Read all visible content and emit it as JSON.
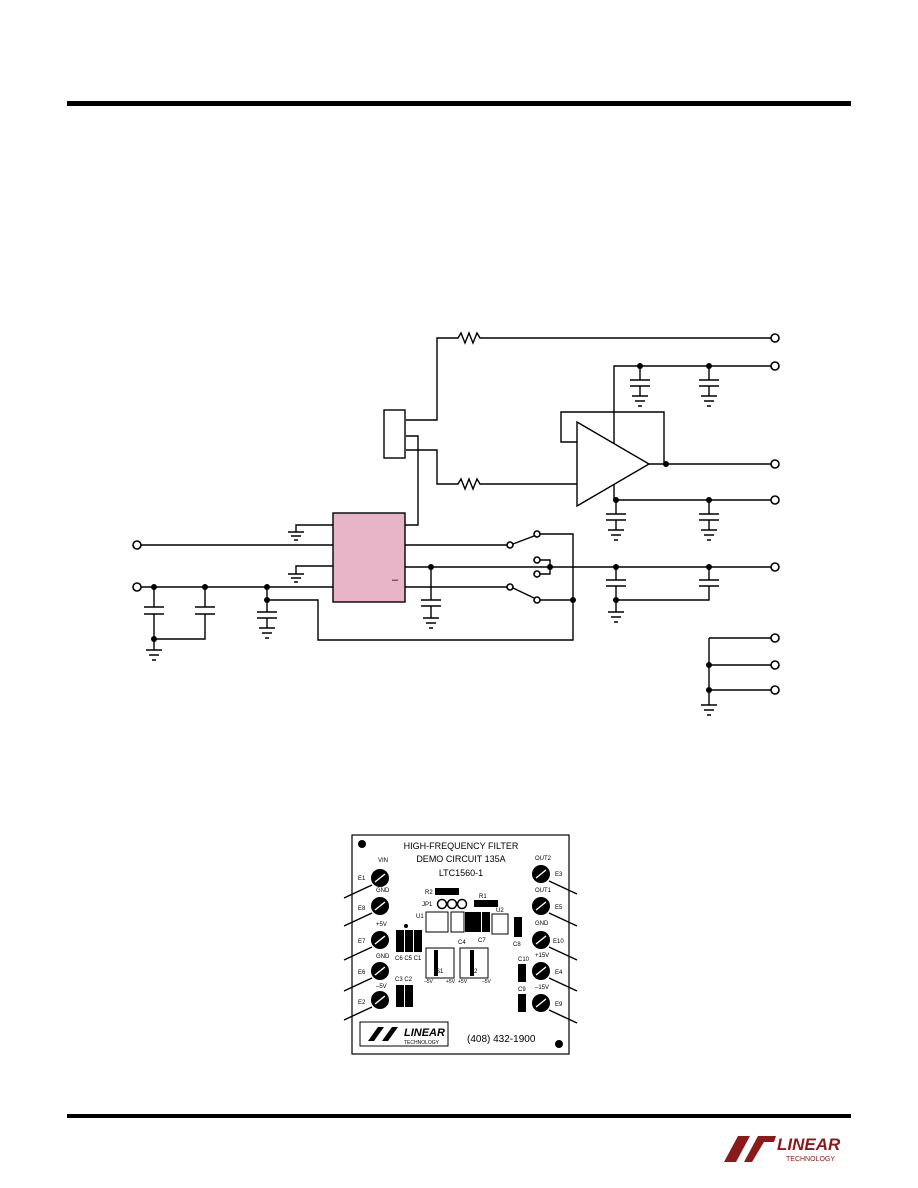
{
  "colors": {
    "ic_fill": "#e8b4c8",
    "logo_red": "#8b1a1a",
    "ink": "#000000"
  },
  "schematic": {
    "ic_pin_mark": "–"
  },
  "board": {
    "title_lines": [
      "HIGH-FREQUENCY FILTER",
      "DEMO CIRCUIT 135A",
      "LTC1560-1"
    ],
    "phone": "(408) 432-1900",
    "logo_text": "LINEAR",
    "logo_subtext": "TECHNOLOGY",
    "left_posts": [
      {
        "label": "VIN",
        "id": "E1"
      },
      {
        "label": "GND",
        "id": "E8"
      },
      {
        "label": "+5V",
        "id": "E7"
      },
      {
        "label": "GND",
        "id": "E6"
      },
      {
        "label": "–5V",
        "id": "E2"
      }
    ],
    "right_posts": [
      {
        "label": "OUT2",
        "id": "E3"
      },
      {
        "label": "OUT1",
        "id": "E5"
      },
      {
        "label": "GND",
        "id": "E10"
      },
      {
        "label": "+15V",
        "id": "E4"
      },
      {
        "label": "–15V",
        "id": "E9"
      }
    ],
    "component_labels": {
      "r2": "R2",
      "jp1": "JP1",
      "r1": "R1",
      "u1": "U1",
      "u2": "U2",
      "c4": "C4",
      "c7": "C7",
      "c8": "C8",
      "c6c5c1": "C6 C5 C1",
      "c3c2": "C3 C2",
      "s1": "S1",
      "s2": "S2",
      "c10": "C10",
      "c9": "C9",
      "s1_left": "–5V",
      "s1_right": "+5V",
      "s2_left": "+5V",
      "s2_right": "–5V"
    }
  },
  "footer": {
    "logo_text": "LINEAR",
    "logo_subtext": "TECHNOLOGY"
  }
}
